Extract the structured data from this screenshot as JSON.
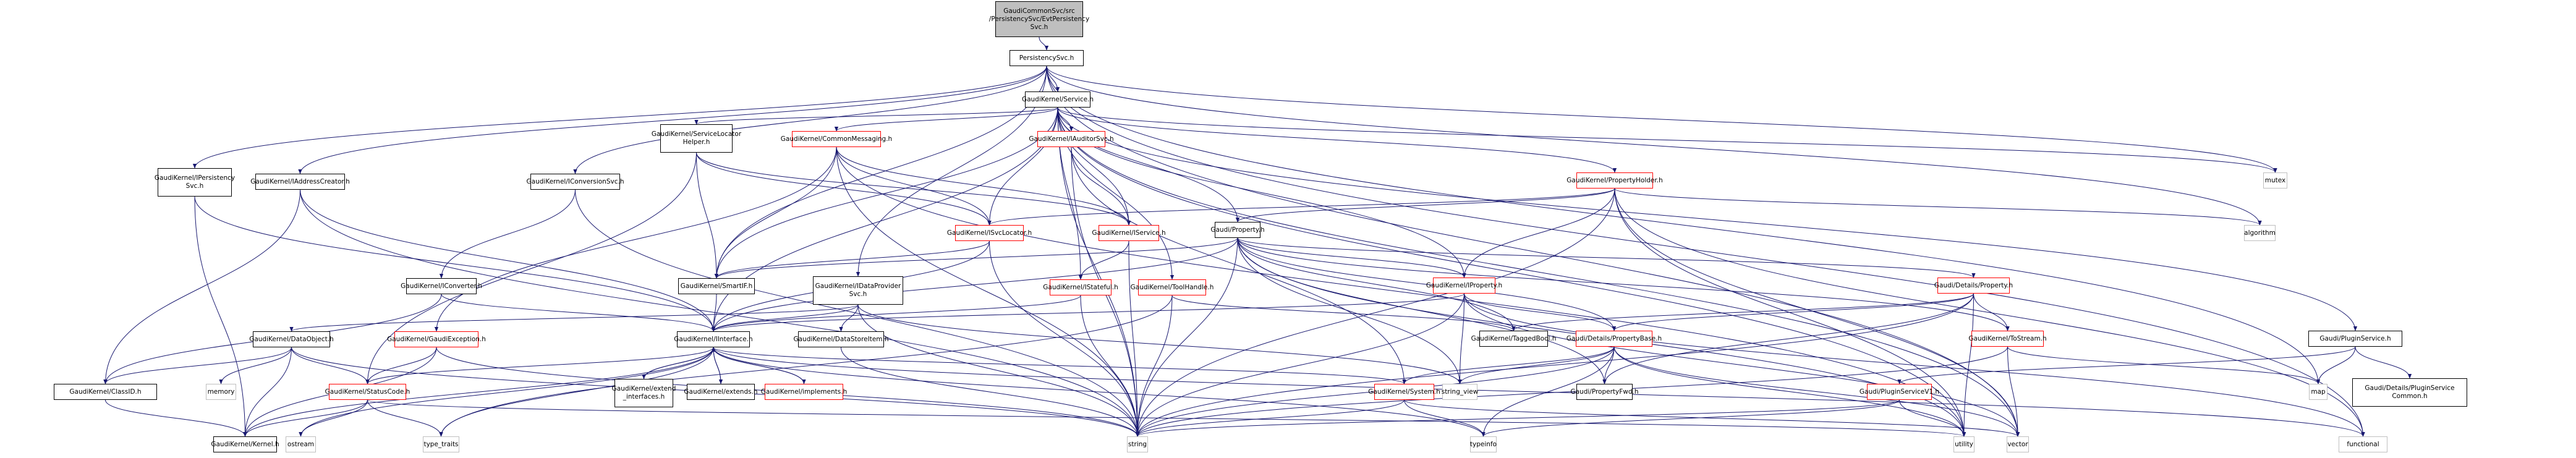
{
  "diagram": {
    "type": "include-dependency-graph",
    "edge_color": "#191970",
    "node_colors": {
      "root_fill": "#bfbfbf",
      "documented_border": "#000000",
      "truncated_border": "#ff0000",
      "system_border": "#bfbfbf"
    },
    "nodes": [
      {
        "id": "root",
        "label": "GaudiCommonSvc/src\n/PersistencySvc/EvtPersistency\nSvc.h",
        "kind": "root"
      },
      {
        "id": "psvc",
        "label": "PersistencySvc.h",
        "kind": "doc"
      },
      {
        "id": "service",
        "label": "GaudiKernel/Service.h",
        "kind": "doc"
      },
      {
        "id": "ipersist",
        "label": "GaudiKernel/IPersistency\nSvc.h",
        "kind": "doc"
      },
      {
        "id": "iaddr",
        "label": "GaudiKernel/IAddressCreator.h",
        "kind": "doc"
      },
      {
        "id": "iconvsvc",
        "label": "GaudiKernel/IConversionSvc.h",
        "kind": "doc"
      },
      {
        "id": "slh",
        "label": "GaudiKernel/ServiceLocator\nHelper.h",
        "kind": "doc"
      },
      {
        "id": "cmsg",
        "label": "GaudiKernel/CommonMessaging.h",
        "kind": "red"
      },
      {
        "id": "iaud",
        "label": "GaudiKernel/IAuditorSvc.h",
        "kind": "red"
      },
      {
        "id": "propholder",
        "label": "GaudiKernel/PropertyHolder.h",
        "kind": "red"
      },
      {
        "id": "mutex",
        "label": "mutex",
        "kind": "sys"
      },
      {
        "id": "algorithm",
        "label": "algorithm",
        "kind": "sys"
      },
      {
        "id": "isvcloc",
        "label": "GaudiKernel/ISvcLocator.h",
        "kind": "red"
      },
      {
        "id": "iservice",
        "label": "GaudiKernel/IService.h",
        "kind": "red"
      },
      {
        "id": "gprop",
        "label": "Gaudi/Property.h",
        "kind": "doc"
      },
      {
        "id": "iconverter",
        "label": "GaudiKernel/IConverter.h",
        "kind": "doc"
      },
      {
        "id": "smartif",
        "label": "GaudiKernel/SmartIF.h",
        "kind": "doc"
      },
      {
        "id": "idps",
        "label": "GaudiKernel/IDataProvider\nSvc.h",
        "kind": "doc"
      },
      {
        "id": "istateful",
        "label": "GaudiKernel/IStateful.h",
        "kind": "red"
      },
      {
        "id": "toolhandle",
        "label": "GaudiKernel/ToolHandle.h",
        "kind": "red"
      },
      {
        "id": "iproperty",
        "label": "GaudiKernel/IProperty.h",
        "kind": "red"
      },
      {
        "id": "detprop",
        "label": "Gaudi/Details/Property.h",
        "kind": "red"
      },
      {
        "id": "pluginsvc",
        "label": "Gaudi/PluginService.h",
        "kind": "doc"
      },
      {
        "id": "dataobj",
        "label": "GaudiKernel/DataObject.h",
        "kind": "doc"
      },
      {
        "id": "gexc",
        "label": "GaudiKernel/GaudiException.h",
        "kind": "red"
      },
      {
        "id": "iinterface",
        "label": "GaudiKernel/IInterface.h",
        "kind": "doc"
      },
      {
        "id": "dsi",
        "label": "GaudiKernel/DataStoreItem.h",
        "kind": "doc"
      },
      {
        "id": "taggedbool",
        "label": "GaudiKernel/TaggedBool.h",
        "kind": "doc"
      },
      {
        "id": "propbase",
        "label": "Gaudi/Details/PropertyBase.h",
        "kind": "red"
      },
      {
        "id": "tostream",
        "label": "GaudiKernel/ToStream.h",
        "kind": "red"
      },
      {
        "id": "classid",
        "label": "GaudiKernel/ClassID.h",
        "kind": "doc"
      },
      {
        "id": "memory",
        "label": "memory",
        "kind": "sys"
      },
      {
        "id": "statuscode",
        "label": "GaudiKernel/StatusCode.h",
        "kind": "red"
      },
      {
        "id": "extif",
        "label": "GaudiKernel/extend\n_interfaces.h",
        "kind": "doc"
      },
      {
        "id": "extends",
        "label": "GaudiKernel/extends.h",
        "kind": "doc"
      },
      {
        "id": "implements",
        "label": "GaudiKernel/implements.h",
        "kind": "red"
      },
      {
        "id": "system",
        "label": "GaudiKernel/System.h",
        "kind": "red"
      },
      {
        "id": "stringview",
        "label": "string_view",
        "kind": "sys"
      },
      {
        "id": "propfwd",
        "label": "Gaudi/PropertyFwd.h",
        "kind": "doc"
      },
      {
        "id": "psv1",
        "label": "Gaudi/PluginServiceV1.h",
        "kind": "red"
      },
      {
        "id": "map",
        "label": "map",
        "kind": "sys"
      },
      {
        "id": "psc",
        "label": "Gaudi/Details/PluginService\nCommon.h",
        "kind": "doc"
      },
      {
        "id": "kernel",
        "label": "GaudiKernel/Kernel.h",
        "kind": "doc"
      },
      {
        "id": "ostream",
        "label": "ostream",
        "kind": "sys"
      },
      {
        "id": "typetraits",
        "label": "type_traits",
        "kind": "sys"
      },
      {
        "id": "string",
        "label": "string",
        "kind": "sys"
      },
      {
        "id": "typeinfo",
        "label": "typeinfo",
        "kind": "sys"
      },
      {
        "id": "utility",
        "label": "utility",
        "kind": "sys"
      },
      {
        "id": "vector",
        "label": "vector",
        "kind": "sys"
      },
      {
        "id": "functional",
        "label": "functional",
        "kind": "sys"
      }
    ],
    "edges": [
      [
        "root",
        "psvc"
      ],
      [
        "psvc",
        "service"
      ],
      [
        "psvc",
        "ipersist"
      ],
      [
        "psvc",
        "iaddr"
      ],
      [
        "psvc",
        "iconvsvc"
      ],
      [
        "psvc",
        "idps"
      ],
      [
        "psvc",
        "smartif"
      ],
      [
        "psvc",
        "mutex"
      ],
      [
        "psvc",
        "algorithm"
      ],
      [
        "psvc",
        "map"
      ],
      [
        "psvc",
        "vector"
      ],
      [
        "psvc",
        "functional"
      ],
      [
        "service",
        "slh"
      ],
      [
        "service",
        "cmsg"
      ],
      [
        "service",
        "iaud"
      ],
      [
        "service",
        "propholder"
      ],
      [
        "service",
        "isvcloc"
      ],
      [
        "service",
        "iservice"
      ],
      [
        "service",
        "gprop"
      ],
      [
        "service",
        "istateful"
      ],
      [
        "service",
        "toolhandle"
      ],
      [
        "service",
        "iproperty"
      ],
      [
        "service",
        "pluginsvc"
      ],
      [
        "service",
        "smartif"
      ],
      [
        "service",
        "mutex"
      ],
      [
        "service",
        "vector"
      ],
      [
        "service",
        "iinterface"
      ],
      [
        "service",
        "string"
      ],
      [
        "service",
        "utility"
      ],
      [
        "ipersist",
        "iinterface"
      ],
      [
        "ipersist",
        "kernel"
      ],
      [
        "iaddr",
        "iinterface"
      ],
      [
        "iaddr",
        "classid"
      ],
      [
        "iaddr",
        "string"
      ],
      [
        "iconvsvc",
        "iconverter"
      ],
      [
        "iconvsvc",
        "string"
      ],
      [
        "iconverter",
        "iinterface"
      ],
      [
        "iconverter",
        "classid"
      ],
      [
        "slh",
        "isvcloc"
      ],
      [
        "slh",
        "iservice"
      ],
      [
        "slh",
        "smartif"
      ],
      [
        "slh",
        "statuscode"
      ],
      [
        "cmsg",
        "isvcloc"
      ],
      [
        "cmsg",
        "iservice"
      ],
      [
        "cmsg",
        "smartif"
      ],
      [
        "cmsg",
        "gexc"
      ],
      [
        "cmsg",
        "string"
      ],
      [
        "cmsg",
        "utility"
      ],
      [
        "iaud",
        "iservice"
      ],
      [
        "iaud",
        "system"
      ],
      [
        "iaud",
        "string"
      ],
      [
        "propholder",
        "gprop"
      ],
      [
        "propholder",
        "iproperty"
      ],
      [
        "propholder",
        "isvcloc"
      ],
      [
        "propholder",
        "string"
      ],
      [
        "propholder",
        "algorithm"
      ],
      [
        "propholder",
        "utility"
      ],
      [
        "propholder",
        "vector"
      ],
      [
        "propholder",
        "functional"
      ],
      [
        "isvcloc",
        "iinterface"
      ],
      [
        "isvcloc",
        "smartif"
      ],
      [
        "isvcloc",
        "string"
      ],
      [
        "iservice",
        "istateful"
      ],
      [
        "iservice",
        "string"
      ],
      [
        "gprop",
        "iproperty"
      ],
      [
        "gprop",
        "detprop"
      ],
      [
        "gprop",
        "propbase"
      ],
      [
        "gprop",
        "taggedbool"
      ],
      [
        "gprop",
        "tostream"
      ],
      [
        "gprop",
        "smartif"
      ],
      [
        "gprop",
        "iinterface"
      ],
      [
        "gprop",
        "string"
      ],
      [
        "gprop",
        "stringview"
      ],
      [
        "gprop",
        "utility"
      ],
      [
        "gprop",
        "propfwd"
      ],
      [
        "smartif",
        "iinterface"
      ],
      [
        "idps",
        "dataobj"
      ],
      [
        "idps",
        "dsi"
      ],
      [
        "idps",
        "iinterface"
      ],
      [
        "idps",
        "string"
      ],
      [
        "idps",
        "stringview"
      ],
      [
        "istateful",
        "iinterface"
      ],
      [
        "istateful",
        "string"
      ],
      [
        "toolhandle",
        "taggedbool"
      ],
      [
        "toolhandle",
        "string"
      ],
      [
        "toolhandle",
        "typetraits"
      ],
      [
        "iproperty",
        "iinterface"
      ],
      [
        "iproperty",
        "propbase"
      ],
      [
        "iproperty",
        "string"
      ],
      [
        "iproperty",
        "stringview"
      ],
      [
        "iproperty",
        "vector"
      ],
      [
        "iproperty",
        "functional"
      ],
      [
        "detprop",
        "propbase"
      ],
      [
        "detprop",
        "tostream"
      ],
      [
        "detprop",
        "taggedbool"
      ],
      [
        "detprop",
        "propfwd"
      ],
      [
        "detprop",
        "utility"
      ],
      [
        "detprop",
        "string"
      ],
      [
        "pluginsvc",
        "psv1"
      ],
      [
        "pluginsvc",
        "psc"
      ],
      [
        "pluginsvc",
        "map"
      ],
      [
        "dataobj",
        "classid"
      ],
      [
        "dataobj",
        "statuscode"
      ],
      [
        "dataobj",
        "memory"
      ],
      [
        "dataobj",
        "kernel"
      ],
      [
        "dataobj",
        "string"
      ],
      [
        "gexc",
        "statuscode"
      ],
      [
        "gexc",
        "kernel"
      ],
      [
        "gexc",
        "string"
      ],
      [
        "iinterface",
        "statuscode"
      ],
      [
        "iinterface",
        "kernel"
      ],
      [
        "iinterface",
        "system"
      ],
      [
        "iinterface",
        "extif"
      ],
      [
        "iinterface",
        "extends"
      ],
      [
        "iinterface",
        "implements"
      ],
      [
        "iinterface",
        "ostream"
      ],
      [
        "iinterface",
        "typetraits"
      ],
      [
        "iinterface",
        "typeinfo"
      ],
      [
        "iinterface",
        "functional"
      ],
      [
        "extif",
        "iinterface"
      ],
      [
        "extends",
        "iinterface"
      ],
      [
        "implements",
        "iinterface"
      ],
      [
        "dsi",
        "string"
      ],
      [
        "propbase",
        "system"
      ],
      [
        "propbase",
        "stringview"
      ],
      [
        "propbase",
        "propfwd"
      ],
      [
        "propbase",
        "string"
      ],
      [
        "propbase",
        "typeinfo"
      ],
      [
        "propbase",
        "utility"
      ],
      [
        "propbase",
        "vector"
      ],
      [
        "tostream",
        "string"
      ],
      [
        "tostream",
        "map"
      ],
      [
        "tostream",
        "vector"
      ],
      [
        "classid",
        "kernel"
      ],
      [
        "statuscode",
        "kernel"
      ],
      [
        "statuscode",
        "ostream"
      ],
      [
        "statuscode",
        "typetraits"
      ],
      [
        "statuscode",
        "utility"
      ],
      [
        "system",
        "string"
      ],
      [
        "system",
        "typeinfo"
      ],
      [
        "system",
        "vector"
      ],
      [
        "psv1",
        "string"
      ],
      [
        "psv1",
        "utility"
      ],
      [
        "psv1",
        "typeinfo"
      ]
    ]
  }
}
